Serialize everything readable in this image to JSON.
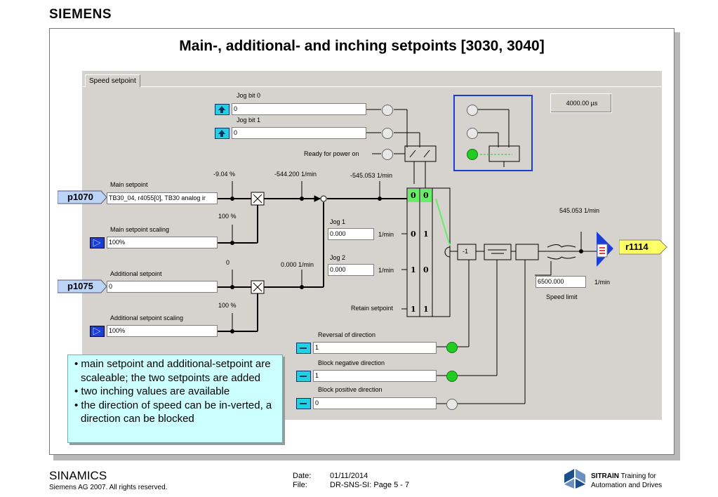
{
  "brand": "SIEMENS",
  "title": "Main-, additional- and inching setpoints [3030, 3040]",
  "tab_label": "Speed setpoint",
  "jog_bit0": {
    "label": "Jog bit 0",
    "value": "0"
  },
  "jog_bit1": {
    "label": "Jog bit 1",
    "value": "0"
  },
  "ready_label": "Ready for power on",
  "time_box": "4000.00 µs",
  "main_setpoint": {
    "tag": "p1070",
    "label": "Main setpoint",
    "value": "TB30_04, r4055[0], TB30 analog ir",
    "readout": "-9.04 %"
  },
  "main_scaling": {
    "label": "Main setpoint scaling",
    "value": "100%",
    "readout": "100 %"
  },
  "additional_setpoint": {
    "tag": "p1075",
    "label": "Additional setpoint",
    "value": "0",
    "readout": "0"
  },
  "additional_scaling": {
    "label": "Additional setpoint scaling",
    "value": "100%",
    "readout": "100 %"
  },
  "readouts": {
    "sum_main": "-544.200 1/min",
    "sum_total": "-545.053 1/min",
    "additional_rpm": "0.000 1/min",
    "output_rpm": "545.053 1/min"
  },
  "jog1": {
    "label": "Jog 1",
    "value": "0.000",
    "unit": "1/min"
  },
  "jog2": {
    "label": "Jog 2",
    "value": "0.000",
    "unit": "1/min"
  },
  "retain_label": "Retain setpoint",
  "switch_bits": {
    "row0": [
      "0",
      "0"
    ],
    "row1": [
      "0",
      "1"
    ],
    "row2": [
      "1",
      "0"
    ],
    "row3": [
      "1",
      "1"
    ]
  },
  "negate_label": "-1",
  "speed_limit": {
    "value": "6500.000",
    "unit": "1/min",
    "label": "Speed limit"
  },
  "output_tag": "r1114",
  "reversal": {
    "label": "Reversal of direction",
    "value": "1"
  },
  "block_neg": {
    "label": "Block negative direction",
    "value": "1"
  },
  "block_pos": {
    "label": "Block positive direction",
    "value": "0"
  },
  "bullets": [
    "• main setpoint and additional-setpoint are scaleable; the two setpoints are added",
    "• two inching values are available",
    "• the direction of speed can be in-verted, a direction can be blocked"
  ],
  "footer": {
    "product": "SINAMICS",
    "copyright": "Siemens AG 2007. All rights reserved.",
    "date_label": "Date:",
    "date_value": "01/11/2014",
    "file_label": "File:",
    "file_value": "DR-SNS-SI: Page 5 - 7",
    "sitrain_bold": "SITRAIN",
    "sitrain_rest": "Training for",
    "sitrain_line2": "Automation and Drives"
  },
  "colors": {
    "accent_blue": "#1a3fd6",
    "signal_green": "#22cc22",
    "tag_blue": "#bcd4f5",
    "tag_yellow": "#ffff66",
    "note_bg": "#ccffff"
  }
}
